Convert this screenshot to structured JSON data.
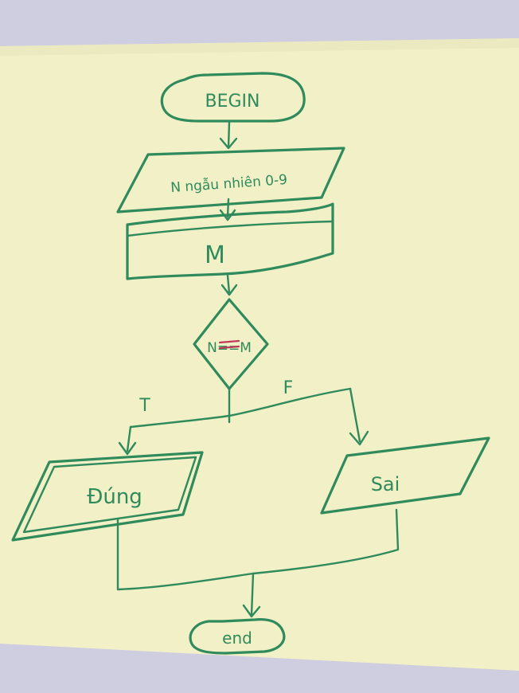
{
  "flowchart": {
    "start": "BEGIN",
    "input": "N ngẫu nhiên 0-9",
    "input_m": "M",
    "decision": "N==M",
    "branch_true": "T",
    "branch_false": "F",
    "output_true": "Đúng",
    "output_false": "Sai",
    "end": "end"
  },
  "colors": {
    "ink": "#2f8a5c",
    "paper": "#f2f0c6",
    "background": "#c9c7dc",
    "correction": "#c0395a"
  }
}
